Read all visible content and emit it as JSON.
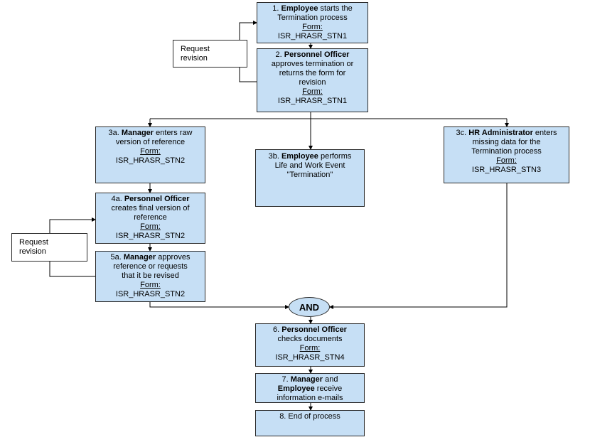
{
  "steps": {
    "s1": {
      "num": "1.",
      "role": "Employee",
      "text1": " starts the",
      "text2": "Termination process",
      "form_label": "Form:",
      "form_id": "ISR_HRASR_STN1"
    },
    "s2": {
      "num": "2.",
      "role": "Personnel Officer",
      "text1": "approves termination or",
      "text2": "returns the form for",
      "text3": "revision",
      "form_label": "Form:",
      "form_id": "ISR_HRASR_STN1"
    },
    "s3a": {
      "num": "3a.",
      "role": "Manager",
      "text1": " enters raw",
      "text2": "version of reference",
      "form_label": "Form:",
      "form_id": "ISR_HRASR_STN2"
    },
    "s3b": {
      "num": "3b.",
      "role": "Employee",
      "text1": " performs",
      "text2": "Life and Work Event",
      "text3": "\"Termination\""
    },
    "s3c": {
      "num": "3c.",
      "role": "HR Administrator",
      "text1": " enters",
      "text2": "missing data for the",
      "text3": "Termination process",
      "form_label": "Form:",
      "form_id": "ISR_HRASR_STN3"
    },
    "s4a": {
      "num": "4a.",
      "role": "Personnel Officer",
      "text1": "creates final version of",
      "text2": "reference",
      "form_label": "Form:",
      "form_id": "ISR_HRASR_STN2"
    },
    "s5a": {
      "num": "5a.",
      "role": "Manager",
      "text1": " approves",
      "text2": "reference or requests",
      "text3": "that it be revised",
      "form_label": "Form:",
      "form_id": "ISR_HRASR_STN2"
    },
    "s6": {
      "num": "6.",
      "role": "Personnel Officer",
      "text1": "checks documents",
      "form_label": "Form:",
      "form_id": "ISR_HRASR_STN4"
    },
    "s7": {
      "num": "7.",
      "role": "Manager",
      "and_word": " and",
      "role2": "Employee",
      "text1": " receive",
      "text2": "information e-mails"
    },
    "s8": {
      "text1": "8. End of process"
    }
  },
  "revision_note_top": {
    "line1": "Request",
    "line2": "revision"
  },
  "revision_note_left": {
    "line1": "Request",
    "line2": "revision"
  },
  "gateway": {
    "label": "AND"
  },
  "colors": {
    "box_fill": "#c6dff5",
    "border": "#2a2a2a",
    "note_fill": "#ffffff"
  }
}
